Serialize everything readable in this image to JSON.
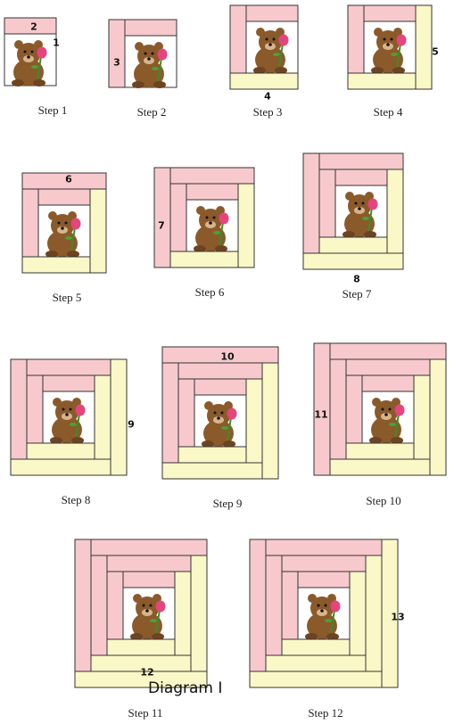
{
  "diagram_title": "Diagram I",
  "colors": {
    "pink_strip": "#f7c9cd",
    "yellow_strip": "#fbf8c7",
    "outline": "#333333",
    "bear": "#8a5a2b",
    "rose": "#e4457c"
  },
  "center_image": "teddy-bear-with-rose",
  "steps": [
    {
      "caption": "Step 1",
      "labels": [
        "2",
        "1"
      ]
    },
    {
      "caption": "Step 2",
      "labels": [
        "3"
      ]
    },
    {
      "caption": "Step 3",
      "labels": [
        "4"
      ]
    },
    {
      "caption": "Step 4",
      "labels": [
        "5"
      ]
    },
    {
      "caption": "Step 5",
      "labels": [
        "6"
      ]
    },
    {
      "caption": "Step 6",
      "labels": [
        "7"
      ]
    },
    {
      "caption": "Step 7",
      "labels": [
        "8"
      ]
    },
    {
      "caption": "Step 8",
      "labels": [
        "9"
      ]
    },
    {
      "caption": "Step 9",
      "labels": [
        "10"
      ]
    },
    {
      "caption": "Step 10",
      "labels": [
        "11"
      ]
    },
    {
      "caption": "Step 11",
      "labels": [
        "12"
      ]
    },
    {
      "caption": "Step 12",
      "labels": [
        "13"
      ]
    }
  ]
}
